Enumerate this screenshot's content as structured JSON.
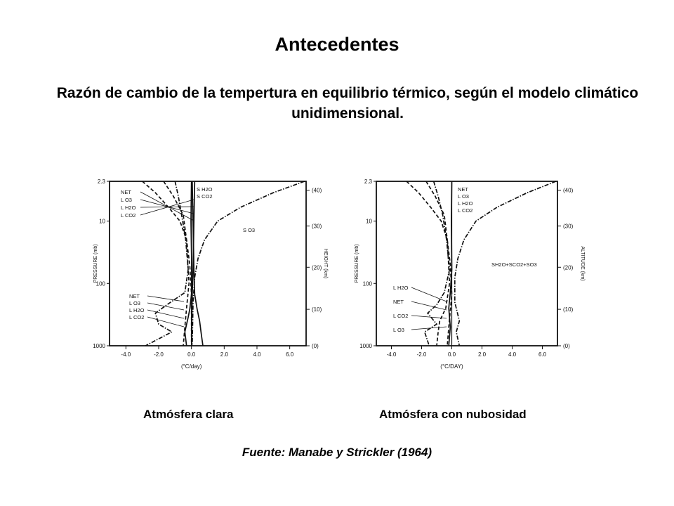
{
  "slide": {
    "title": "Antecedentes",
    "subtitle": "Razón de cambio de la tempertura en equilibrio térmico, según el modelo climático unidimensional.",
    "source": "Fuente: Manabe y Strickler (1964)"
  },
  "chart_data": [
    {
      "type": "line",
      "caption": "Atmósfera clara",
      "xlabel": "(°C/day)",
      "ylabel": "PRESSURE (mb)",
      "y2label": "HEIGHT (km)",
      "xlim": [
        -5.0,
        7.0
      ],
      "ylim": [
        2.3,
        1000
      ],
      "y_scale": "log",
      "y_reversed": true,
      "x_ticks": [
        -4.0,
        -2.0,
        0.0,
        2.0,
        4.0,
        6.0
      ],
      "x_tick_labels": [
        "-4.0",
        "-2.0",
        "0.0",
        "2.0",
        "4.0",
        "6.0"
      ],
      "y_ticks": [
        2.3,
        10,
        100,
        1000
      ],
      "y_tick_labels": [
        "2.3",
        "10",
        "100",
        "1000"
      ],
      "y2_ticks": [
        {
          "label": "(40)",
          "p": 3.2
        },
        {
          "label": "(30)",
          "p": 12
        },
        {
          "label": "(20)",
          "p": 55
        },
        {
          "label": "(10)",
          "p": 260
        },
        {
          "label": "(0)",
          "p": 1000
        }
      ],
      "grid": false,
      "series": [
        {
          "name": "NET",
          "style": "solid",
          "x": [
            0.0,
            -0.03,
            0.02,
            0.0,
            -0.1,
            -0.2,
            -0.4,
            -0.3
          ],
          "y": [
            2.3,
            10,
            60,
            150,
            260,
            350,
            600,
            1000
          ]
        },
        {
          "name": "S H2O",
          "style": "solid",
          "x": [
            0.05,
            0.1,
            0.15,
            0.2,
            0.35,
            0.5,
            0.6,
            0.7
          ],
          "y": [
            2.3,
            10,
            60,
            150,
            260,
            400,
            650,
            1000
          ]
        },
        {
          "name": "S CO2",
          "style": "solid",
          "x": [
            0.2,
            0.15,
            0.1,
            0.05,
            0.02,
            0.01
          ],
          "y": [
            2.3,
            10,
            60,
            150,
            400,
            1000
          ]
        },
        {
          "name": "S O3",
          "style": "dashdot",
          "x": [
            6.9,
            5.0,
            3.0,
            1.6,
            0.8,
            0.4,
            0.2,
            0.1,
            0.05
          ],
          "y": [
            2.3,
            3.5,
            6,
            10,
            20,
            40,
            80,
            200,
            1000
          ]
        },
        {
          "name": "L O3",
          "style": "dash",
          "x": [
            -3.0,
            -2.2,
            -1.4,
            -0.7,
            -0.3,
            -0.1,
            0.0,
            0.0
          ],
          "y": [
            2.3,
            3.5,
            6,
            10,
            20,
            50,
            150,
            1000
          ]
        },
        {
          "name": "L H2O",
          "style": "dashdot",
          "x": [
            -1.0,
            -0.8,
            -0.6,
            -0.35,
            -0.2,
            -0.4,
            -1.5,
            -2.2,
            -2.0,
            -1.2,
            -2.8
          ],
          "y": [
            2.3,
            4,
            8,
            20,
            60,
            140,
            220,
            300,
            450,
            600,
            1000
          ]
        },
        {
          "name": "L CO2",
          "style": "dash",
          "x": [
            -1.7,
            -1.1,
            -0.5,
            -0.3,
            -0.15,
            -0.3,
            -0.4,
            -0.5
          ],
          "y": [
            2.3,
            4,
            8,
            20,
            100,
            250,
            500,
            1000
          ]
        }
      ],
      "annotations_top": [
        "S H2O",
        "S CO2"
      ],
      "annotations_left_top": [
        "NET",
        "L O3",
        "L H2O",
        "L CO2"
      ],
      "annotations_left_bottom": [
        "NET",
        "L O3",
        "L H2O",
        "L CO2"
      ],
      "annotation_right": "S O3"
    },
    {
      "type": "line",
      "caption": "Atmósfera con nubosidad",
      "xlabel": "(°C/DAY)",
      "ylabel": "PRESSURE (mb)",
      "y2label": "ALTITUDE (km)",
      "xlim": [
        -5.0,
        7.0
      ],
      "ylim": [
        2.3,
        1000
      ],
      "y_scale": "log",
      "y_reversed": true,
      "x_ticks": [
        -4.0,
        -2.0,
        0.0,
        2.0,
        4.0,
        6.0
      ],
      "x_tick_labels": [
        "-4.0",
        "-2.0",
        "0.0",
        "2.0",
        "4.0",
        "6.0"
      ],
      "y_ticks": [
        2.3,
        10,
        100,
        1000
      ],
      "y_tick_labels": [
        "2.3",
        "10",
        "100",
        "1000"
      ],
      "y2_ticks": [
        {
          "label": "(40)",
          "p": 3.2
        },
        {
          "label": "(30)",
          "p": 12
        },
        {
          "label": "(20)",
          "p": 55
        },
        {
          "label": "(10)",
          "p": 260
        },
        {
          "label": "(0)",
          "p": 1000
        }
      ],
      "grid": false,
      "series": [
        {
          "name": "NET",
          "style": "solid",
          "x": [
            0.0,
            -0.03,
            0.0,
            -0.1,
            -0.2,
            -0.1,
            -0.2
          ],
          "y": [
            2.3,
            10,
            60,
            140,
            250,
            500,
            1000
          ]
        },
        {
          "name": "SH2O+SCO2+SO3",
          "style": "dashdot",
          "x": [
            6.9,
            5.0,
            3.0,
            1.6,
            0.8,
            0.4,
            0.2,
            0.2,
            0.5,
            0.3,
            0.5
          ],
          "y": [
            2.3,
            3.5,
            6,
            10,
            20,
            40,
            80,
            200,
            400,
            600,
            1000
          ]
        },
        {
          "name": "L O3",
          "style": "dash",
          "x": [
            -3.0,
            -2.2,
            -1.4,
            -0.7,
            -0.3,
            -0.1,
            0.0,
            -0.2,
            -0.3
          ],
          "y": [
            2.3,
            3.5,
            6,
            10,
            20,
            50,
            150,
            500,
            1000
          ]
        },
        {
          "name": "L H2O",
          "style": "dashdot",
          "x": [
            -1.2,
            -0.9,
            -0.6,
            -0.35,
            -0.15,
            -0.5,
            -1.0,
            -1.6,
            -1.0,
            -1.8,
            -1.5
          ],
          "y": [
            2.3,
            4,
            8,
            20,
            60,
            140,
            220,
            300,
            450,
            600,
            1000
          ]
        },
        {
          "name": "L CO2",
          "style": "dash",
          "x": [
            -1.7,
            -1.1,
            -0.5,
            -0.3,
            -0.15,
            -0.4,
            -0.8,
            -0.9,
            -1.0
          ],
          "y": [
            2.3,
            4,
            8,
            20,
            100,
            250,
            400,
            600,
            1000
          ]
        }
      ],
      "annotations_top": [
        "NET",
        "L O3",
        "L H2O",
        "L CO2"
      ],
      "annotations_left_bottom": [
        "L H2O",
        "NET",
        "L CO2",
        "L O3"
      ],
      "annotation_right": "SH2O+SCO2+SO3"
    }
  ]
}
